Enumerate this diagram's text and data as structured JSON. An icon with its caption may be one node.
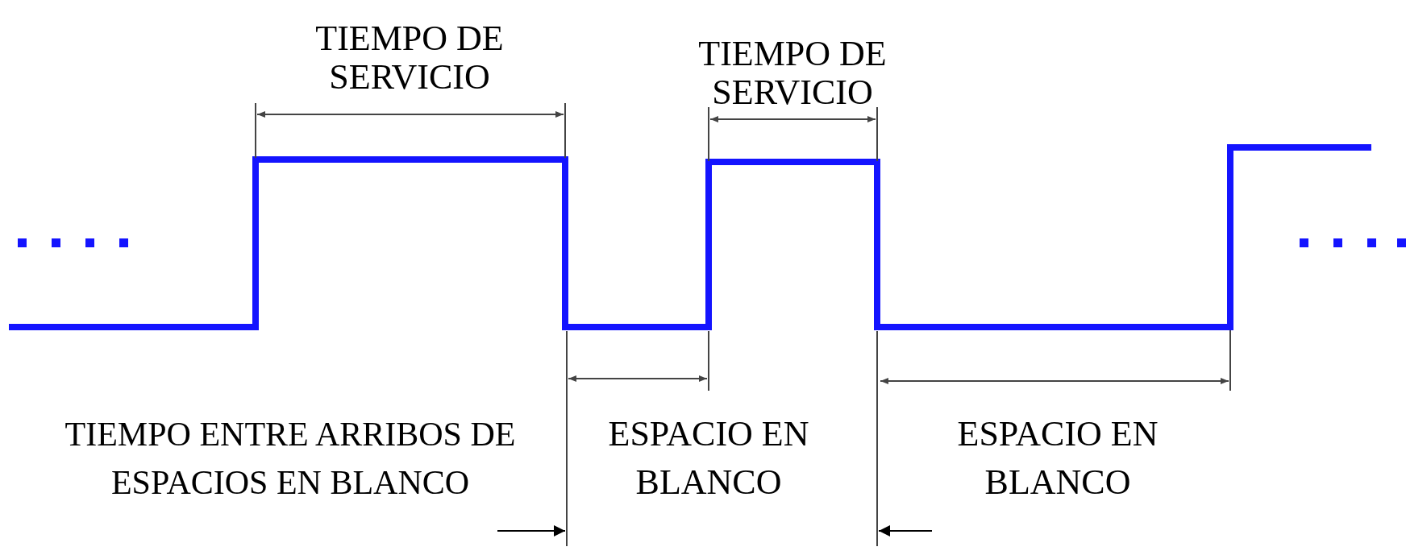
{
  "diagram": {
    "labels": [
      "TIEMPO DE SERVICIO",
      "TIEMPO DE SERVICIO",
      "TIEMPO ENTRE ARRIBOS DE ESPACIOS EN BLANCO",
      "ESPACIO EN BLANCO",
      "ESPACIO EN BLANCO"
    ]
  }
}
